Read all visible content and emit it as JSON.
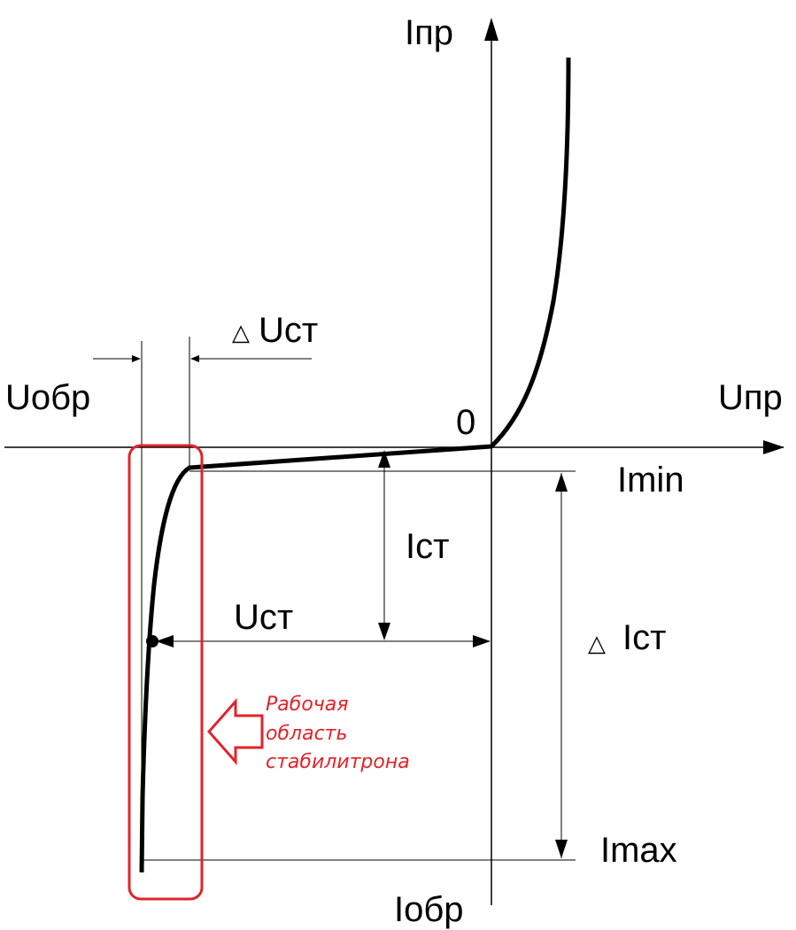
{
  "labels": {
    "y_pos": "Iпр",
    "y_neg": "Iобр",
    "x_pos": "Uпр",
    "x_neg": "Uобр",
    "origin": "0",
    "i_min": "Imin",
    "i_max": "Imax",
    "i_st": "Iст",
    "u_st": "Uст",
    "delta_u_st": "Uст",
    "delta_i_st": "Iст",
    "delta_symbol": "△"
  },
  "annotation": {
    "lines": [
      "Рабочая",
      "область",
      "стабилитрона"
    ]
  },
  "colors": {
    "ink": "#000000",
    "highlight": "#e0242b"
  }
}
